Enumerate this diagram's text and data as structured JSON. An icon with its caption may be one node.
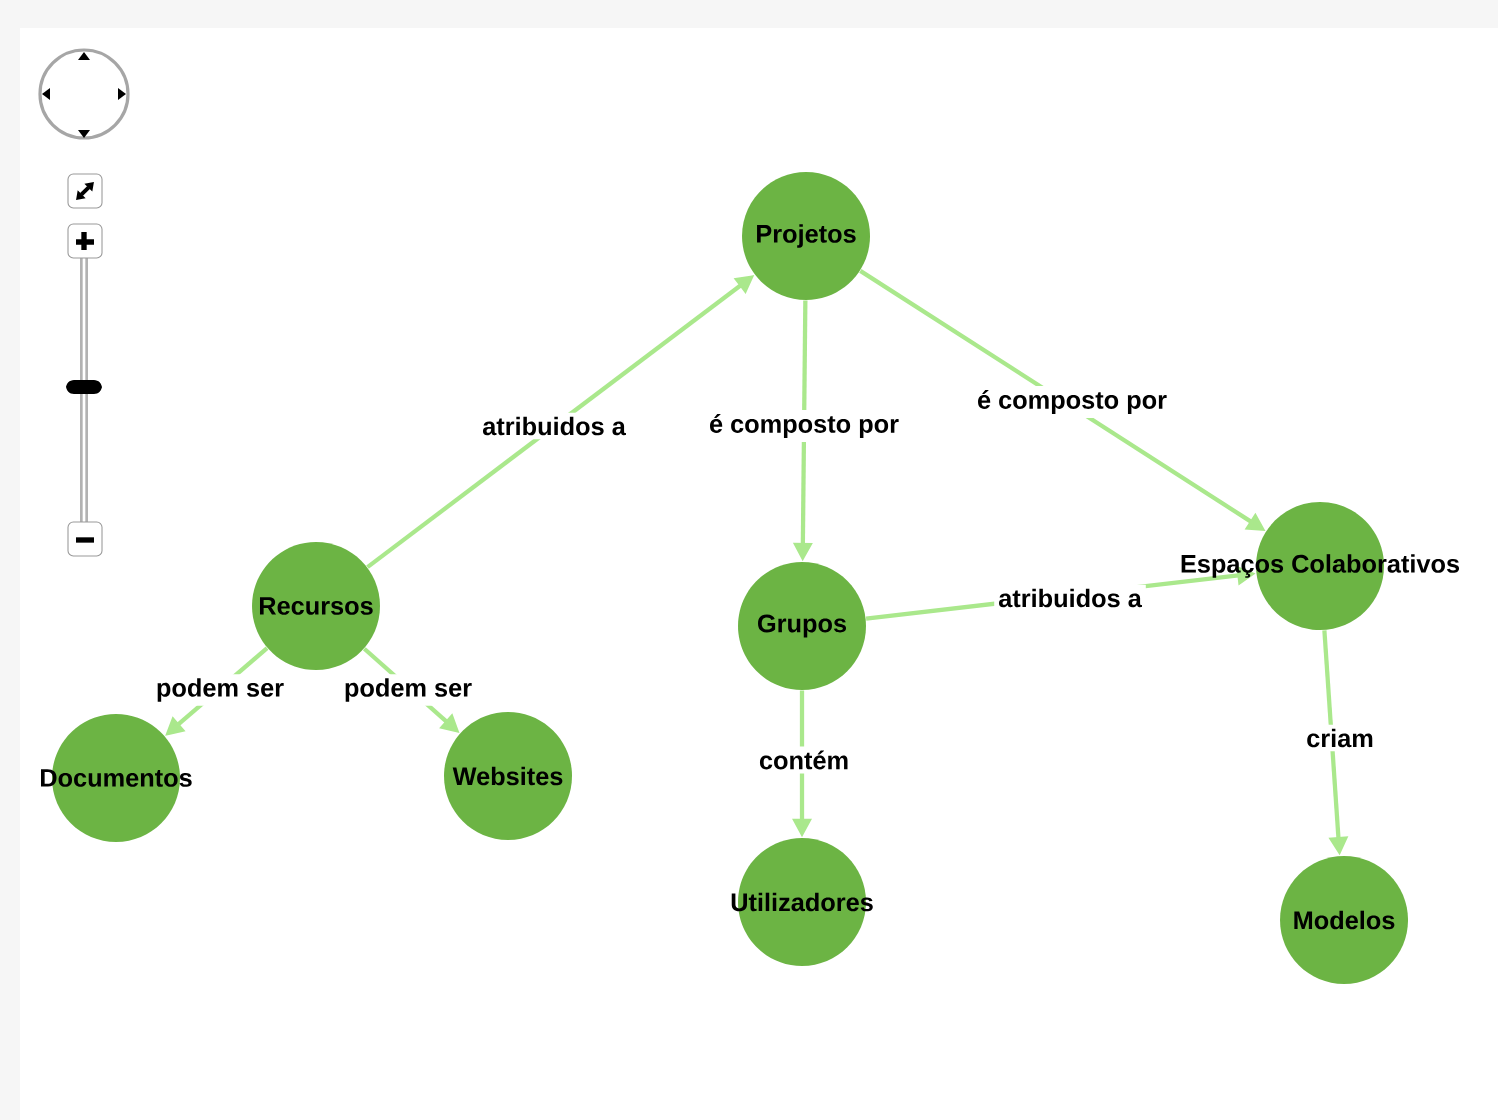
{
  "diagram": {
    "nodes": [
      {
        "text": [
          "Projetos"
        ]
      },
      {
        "text": [
          "Recursos"
        ]
      },
      {
        "text": [
          "Grupos"
        ]
      },
      {
        "text": [
          "Espaços Colaborativos"
        ]
      },
      {
        "text": [
          "Documentos"
        ]
      },
      {
        "text": [
          "Websites"
        ]
      },
      {
        "text": [
          "Utilizadores"
        ]
      },
      {
        "text": [
          "Modelos"
        ]
      }
    ],
    "edges": [
      {
        "from": 1,
        "to": 0,
        "arrow": "to",
        "label": "atribuidos a"
      },
      {
        "from": 0,
        "to": 2,
        "arrow": "to",
        "label": "é composto por"
      },
      {
        "from": 0,
        "to": 3,
        "arrow": "to",
        "label": "é composto por"
      },
      {
        "from": 2,
        "to": 3,
        "arrow": "to",
        "label": "atribuidos a"
      },
      {
        "from": 1,
        "to": 4,
        "arrow": "to",
        "label": "podem ser"
      },
      {
        "from": 1,
        "to": 5,
        "arrow": "to",
        "label": "podem ser"
      },
      {
        "from": 2,
        "to": 6,
        "arrow": "to",
        "label": "contém"
      },
      {
        "from": 3,
        "to": 7,
        "arrow": "to",
        "label": "criam"
      }
    ]
  }
}
